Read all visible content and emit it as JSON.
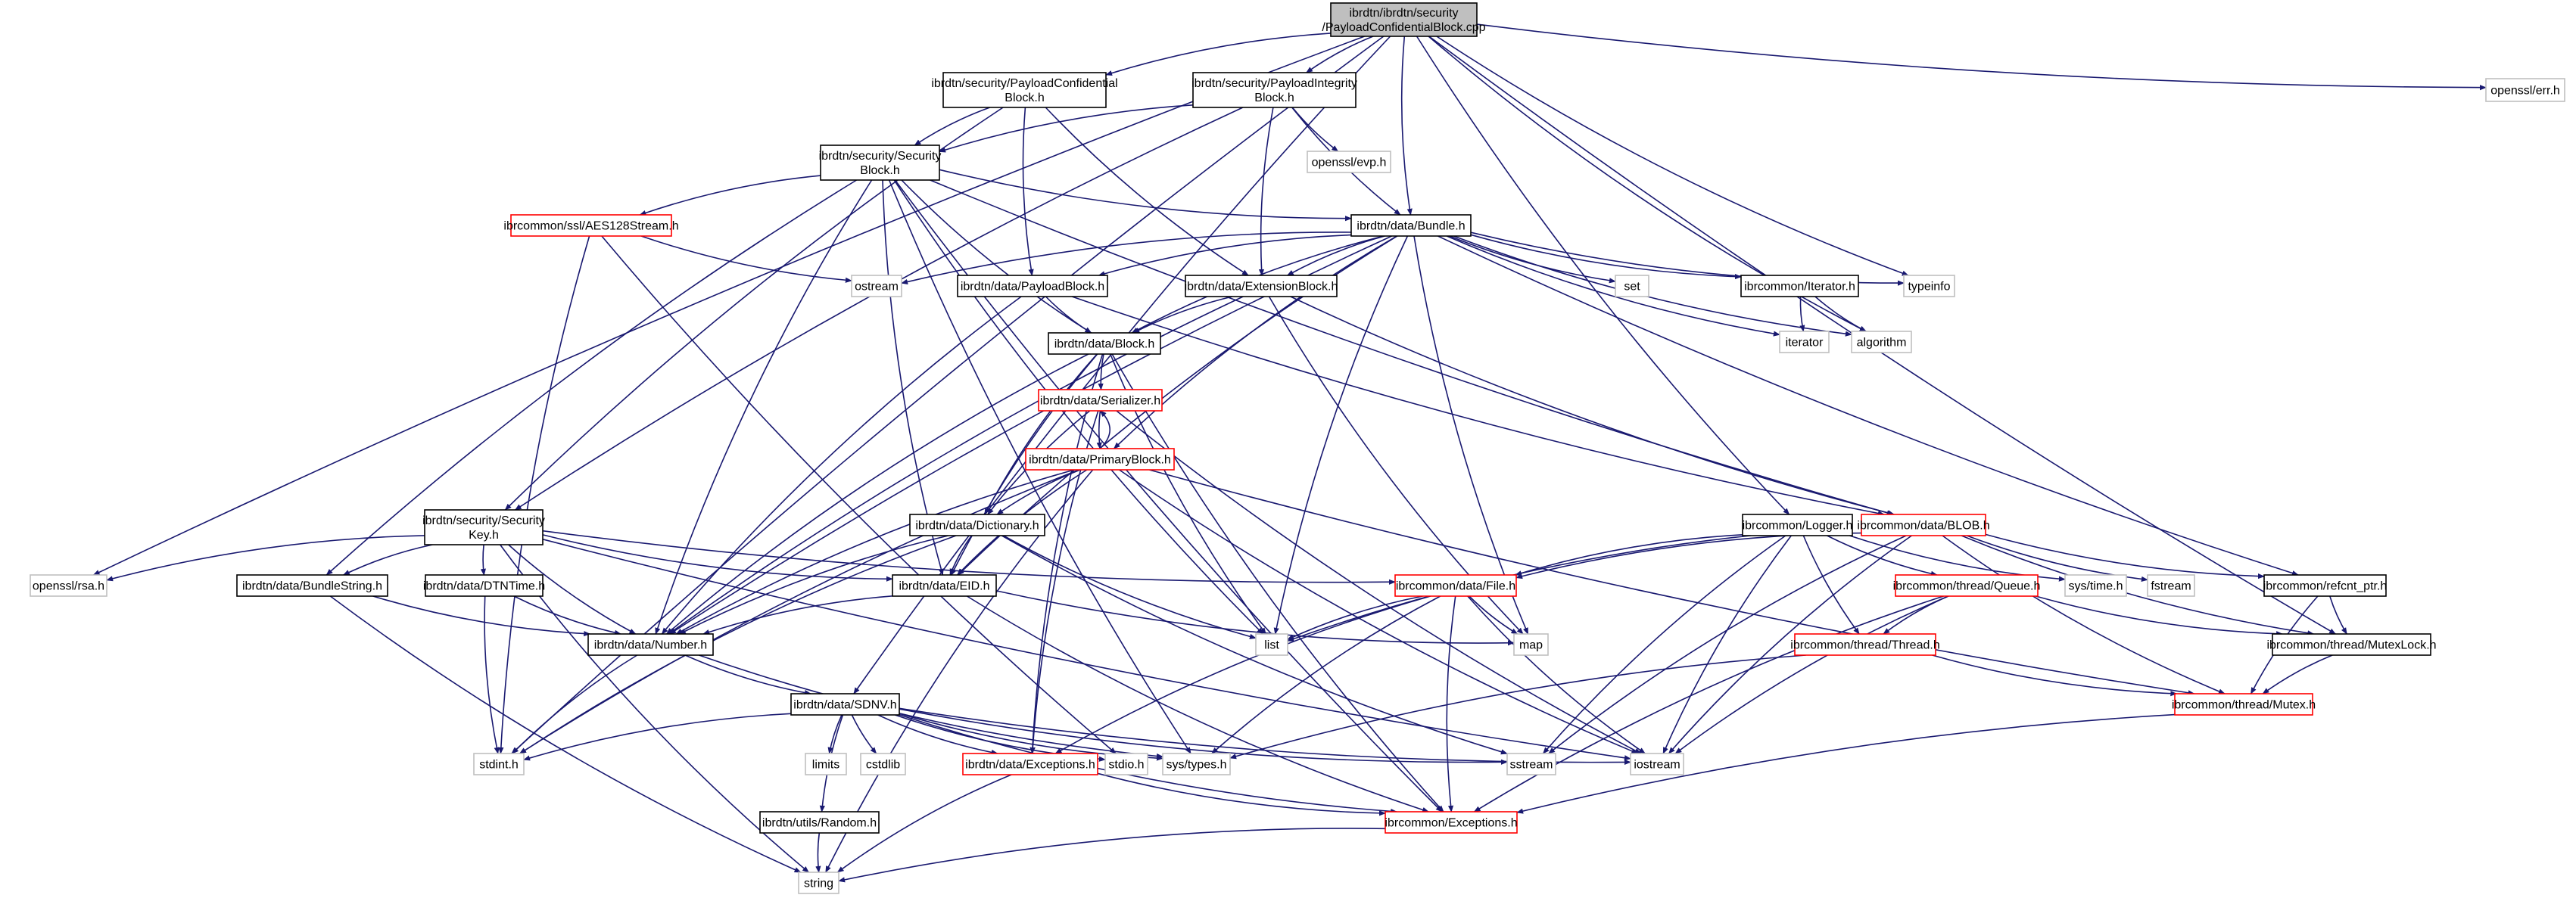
{
  "colors": {
    "edge": "#191970",
    "root_fill": "#bfbfbf",
    "node_border_normal": "#000000",
    "node_border_truncated": "#ff0000",
    "node_border_system": "#bfbfbf",
    "background": "#ffffff"
  },
  "nodes": [
    {
      "id": "root",
      "lines": [
        "ibrdtn/ibrdtn/security",
        "/PayloadConfidentialBlock.cpp"
      ],
      "kind": "root"
    },
    {
      "id": "opensslerr",
      "lines": [
        "openssl/err.h"
      ],
      "kind": "system"
    },
    {
      "id": "pcb",
      "lines": [
        "ibrdtn/security/PayloadConfidential",
        "Block.h"
      ],
      "kind": "normal"
    },
    {
      "id": "pib",
      "lines": [
        "ibrdtn/security/PayloadIntegrity",
        "Block.h"
      ],
      "kind": "normal"
    },
    {
      "id": "sb",
      "lines": [
        "ibrdtn/security/Security",
        "Block.h"
      ],
      "kind": "normal"
    },
    {
      "id": "evp",
      "lines": [
        "openssl/evp.h"
      ],
      "kind": "system"
    },
    {
      "id": "aes",
      "lines": [
        "ibrcommon/ssl/AES128Stream.h"
      ],
      "kind": "truncated"
    },
    {
      "id": "bundle",
      "lines": [
        "ibrdtn/data/Bundle.h"
      ],
      "kind": "normal"
    },
    {
      "id": "ostream",
      "lines": [
        "ostream"
      ],
      "kind": "system"
    },
    {
      "id": "payload",
      "lines": [
        "ibrdtn/data/PayloadBlock.h"
      ],
      "kind": "normal"
    },
    {
      "id": "extblock",
      "lines": [
        "ibrdtn/data/ExtensionBlock.h"
      ],
      "kind": "normal"
    },
    {
      "id": "set",
      "lines": [
        "set"
      ],
      "kind": "system"
    },
    {
      "id": "iterh",
      "lines": [
        "ibrcommon/Iterator.h"
      ],
      "kind": "normal"
    },
    {
      "id": "typeinfo",
      "lines": [
        "typeinfo"
      ],
      "kind": "system"
    },
    {
      "id": "iterator",
      "lines": [
        "iterator"
      ],
      "kind": "system"
    },
    {
      "id": "algorithm",
      "lines": [
        "algorithm"
      ],
      "kind": "system"
    },
    {
      "id": "block",
      "lines": [
        "ibrdtn/data/Block.h"
      ],
      "kind": "normal"
    },
    {
      "id": "serializer",
      "lines": [
        "ibrdtn/data/Serializer.h"
      ],
      "kind": "truncated"
    },
    {
      "id": "primary",
      "lines": [
        "ibrdtn/data/PrimaryBlock.h"
      ],
      "kind": "truncated"
    },
    {
      "id": "skey",
      "lines": [
        "ibrdtn/security/Security",
        "Key.h"
      ],
      "kind": "normal"
    },
    {
      "id": "dict",
      "lines": [
        "ibrdtn/data/Dictionary.h"
      ],
      "kind": "normal"
    },
    {
      "id": "logger",
      "lines": [
        "ibrcommon/Logger.h"
      ],
      "kind": "normal"
    },
    {
      "id": "blob",
      "lines": [
        "ibrcommon/data/BLOB.h"
      ],
      "kind": "truncated"
    },
    {
      "id": "rsa",
      "lines": [
        "openssl/rsa.h"
      ],
      "kind": "system"
    },
    {
      "id": "bstring",
      "lines": [
        "ibrdtn/data/BundleString.h"
      ],
      "kind": "normal"
    },
    {
      "id": "dtntime",
      "lines": [
        "ibrdtn/data/DTNTime.h"
      ],
      "kind": "normal"
    },
    {
      "id": "eid",
      "lines": [
        "ibrdtn/data/EID.h"
      ],
      "kind": "normal"
    },
    {
      "id": "file",
      "lines": [
        "ibrcommon/data/File.h"
      ],
      "kind": "truncated"
    },
    {
      "id": "queue",
      "lines": [
        "ibrcommon/thread/Queue.h"
      ],
      "kind": "truncated"
    },
    {
      "id": "systime",
      "lines": [
        "sys/time.h"
      ],
      "kind": "system"
    },
    {
      "id": "fstream",
      "lines": [
        "fstream"
      ],
      "kind": "system"
    },
    {
      "id": "refcnt",
      "lines": [
        "ibrcommon/refcnt_ptr.h"
      ],
      "kind": "normal"
    },
    {
      "id": "list",
      "lines": [
        "list"
      ],
      "kind": "system"
    },
    {
      "id": "map",
      "lines": [
        "map"
      ],
      "kind": "system"
    },
    {
      "id": "number",
      "lines": [
        "ibrdtn/data/Number.h"
      ],
      "kind": "normal"
    },
    {
      "id": "thread",
      "lines": [
        "ibrcommon/thread/Thread.h"
      ],
      "kind": "truncated"
    },
    {
      "id": "mutexlock",
      "lines": [
        "ibrcommon/thread/MutexLock.h"
      ],
      "kind": "normal"
    },
    {
      "id": "sdnv",
      "lines": [
        "ibrdtn/data/SDNV.h"
      ],
      "kind": "normal"
    },
    {
      "id": "mutex",
      "lines": [
        "ibrcommon/thread/Mutex.h"
      ],
      "kind": "truncated"
    },
    {
      "id": "stdint",
      "lines": [
        "stdint.h"
      ],
      "kind": "system"
    },
    {
      "id": "limits",
      "lines": [
        "limits"
      ],
      "kind": "system"
    },
    {
      "id": "cstdlib",
      "lines": [
        "cstdlib"
      ],
      "kind": "system"
    },
    {
      "id": "dexc",
      "lines": [
        "ibrdtn/data/Exceptions.h"
      ],
      "kind": "truncated"
    },
    {
      "id": "stdio",
      "lines": [
        "stdio.h"
      ],
      "kind": "system"
    },
    {
      "id": "systypes",
      "lines": [
        "sys/types.h"
      ],
      "kind": "system"
    },
    {
      "id": "sstream",
      "lines": [
        "sstream"
      ],
      "kind": "system"
    },
    {
      "id": "iostream",
      "lines": [
        "iostream"
      ],
      "kind": "system"
    },
    {
      "id": "random",
      "lines": [
        "ibrdtn/utils/Random.h"
      ],
      "kind": "normal"
    },
    {
      "id": "cexc",
      "lines": [
        "ibrcommon/Exceptions.h"
      ],
      "kind": "truncated"
    },
    {
      "id": "string",
      "lines": [
        "string"
      ],
      "kind": "system"
    }
  ],
  "edges": [
    [
      "root",
      "opensslerr"
    ],
    [
      "root",
      "pcb"
    ],
    [
      "root",
      "pib"
    ],
    [
      "root",
      "bundle"
    ],
    [
      "root",
      "logger"
    ],
    [
      "root",
      "rsa"
    ],
    [
      "root",
      "stdint"
    ],
    [
      "root",
      "sdnv"
    ],
    [
      "root",
      "typeinfo"
    ],
    [
      "root",
      "algorithm"
    ],
    [
      "root",
      "mutexlock"
    ],
    [
      "pcb",
      "sb"
    ],
    [
      "pcb",
      "payload"
    ],
    [
      "pcb",
      "extblock"
    ],
    [
      "pcb",
      "skey"
    ],
    [
      "pib",
      "sb"
    ],
    [
      "pib",
      "evp"
    ],
    [
      "pib",
      "extblock"
    ],
    [
      "pib",
      "bundle"
    ],
    [
      "pib",
      "skey"
    ],
    [
      "sb",
      "aes"
    ],
    [
      "sb",
      "bundle"
    ],
    [
      "sb",
      "block"
    ],
    [
      "sb",
      "eid"
    ],
    [
      "sb",
      "list"
    ],
    [
      "sb",
      "bstring"
    ],
    [
      "sb",
      "cexc"
    ],
    [
      "sb",
      "systypes"
    ],
    [
      "sb",
      "blob"
    ],
    [
      "sb",
      "number"
    ],
    [
      "aes",
      "ostream"
    ],
    [
      "aes",
      "stdint"
    ],
    [
      "aes",
      "stdio"
    ],
    [
      "bundle",
      "ostream"
    ],
    [
      "bundle",
      "payload"
    ],
    [
      "bundle",
      "extblock"
    ],
    [
      "bundle",
      "set"
    ],
    [
      "bundle",
      "iterh"
    ],
    [
      "bundle",
      "typeinfo"
    ],
    [
      "bundle",
      "iterator"
    ],
    [
      "bundle",
      "algorithm"
    ],
    [
      "bundle",
      "block"
    ],
    [
      "bundle",
      "primary"
    ],
    [
      "bundle",
      "eid"
    ],
    [
      "bundle",
      "number"
    ],
    [
      "bundle",
      "list"
    ],
    [
      "bundle",
      "map"
    ],
    [
      "bundle",
      "refcnt"
    ],
    [
      "payload",
      "block"
    ],
    [
      "payload",
      "blob"
    ],
    [
      "payload",
      "number"
    ],
    [
      "extblock",
      "block"
    ],
    [
      "extblock",
      "blob"
    ],
    [
      "extblock",
      "map"
    ],
    [
      "extblock",
      "number"
    ],
    [
      "iterh",
      "iterator"
    ],
    [
      "iterh",
      "algorithm"
    ],
    [
      "block",
      "serializer"
    ],
    [
      "block",
      "dict"
    ],
    [
      "block",
      "eid"
    ],
    [
      "block",
      "list"
    ],
    [
      "block",
      "number"
    ],
    [
      "block",
      "dexc"
    ],
    [
      "block",
      "cexc"
    ],
    [
      "serializer",
      "primary"
    ],
    [
      "serializer",
      "dict"
    ],
    [
      "serializer",
      "dexc"
    ],
    [
      "serializer",
      "iostream"
    ],
    [
      "primary",
      "serializer"
    ],
    [
      "primary",
      "dict"
    ],
    [
      "primary",
      "eid"
    ],
    [
      "primary",
      "number"
    ],
    [
      "primary",
      "mutex"
    ],
    [
      "primary",
      "iostream"
    ],
    [
      "primary",
      "stdint"
    ],
    [
      "primary",
      "string"
    ],
    [
      "skey",
      "rsa"
    ],
    [
      "skey",
      "bstring"
    ],
    [
      "skey",
      "dtntime"
    ],
    [
      "skey",
      "eid"
    ],
    [
      "skey",
      "number"
    ],
    [
      "skey",
      "file"
    ],
    [
      "skey",
      "iostream"
    ],
    [
      "skey",
      "string"
    ],
    [
      "dict",
      "eid"
    ],
    [
      "dict",
      "number"
    ],
    [
      "dict",
      "list"
    ],
    [
      "dict",
      "sstream"
    ],
    [
      "dict",
      "stdint"
    ],
    [
      "logger",
      "file"
    ],
    [
      "logger",
      "queue"
    ],
    [
      "logger",
      "thread"
    ],
    [
      "logger",
      "systime"
    ],
    [
      "logger",
      "list"
    ],
    [
      "logger",
      "sstream"
    ],
    [
      "logger",
      "iostream"
    ],
    [
      "blob",
      "file"
    ],
    [
      "blob",
      "fstream"
    ],
    [
      "blob",
      "refcnt"
    ],
    [
      "blob",
      "mutexlock"
    ],
    [
      "blob",
      "mutex"
    ],
    [
      "blob",
      "iostream"
    ],
    [
      "blob",
      "sstream"
    ],
    [
      "bstring",
      "number"
    ],
    [
      "bstring",
      "string"
    ],
    [
      "dtntime",
      "number"
    ],
    [
      "dtntime",
      "stdint"
    ],
    [
      "eid",
      "number"
    ],
    [
      "eid",
      "map"
    ],
    [
      "eid",
      "cexc"
    ],
    [
      "file",
      "list"
    ],
    [
      "file",
      "map"
    ],
    [
      "file",
      "systypes"
    ],
    [
      "file",
      "dexc"
    ],
    [
      "file",
      "iostream"
    ],
    [
      "file",
      "cexc"
    ],
    [
      "queue",
      "thread"
    ],
    [
      "queue",
      "mutexlock"
    ],
    [
      "queue",
      "iostream"
    ],
    [
      "queue",
      "cexc"
    ],
    [
      "refcnt",
      "mutexlock"
    ],
    [
      "refcnt",
      "mutex"
    ],
    [
      "number",
      "sdnv"
    ],
    [
      "number",
      "stdint"
    ],
    [
      "number",
      "systypes"
    ],
    [
      "thread",
      "mutex"
    ],
    [
      "thread",
      "systypes"
    ],
    [
      "mutexlock",
      "mutex"
    ],
    [
      "mutex",
      "cexc"
    ],
    [
      "sdnv",
      "stdint"
    ],
    [
      "sdnv",
      "limits"
    ],
    [
      "sdnv",
      "cstdlib"
    ],
    [
      "sdnv",
      "random"
    ],
    [
      "sdnv",
      "dexc"
    ],
    [
      "sdnv",
      "stdio"
    ],
    [
      "sdnv",
      "systypes"
    ],
    [
      "sdnv",
      "sstream"
    ],
    [
      "sdnv",
      "iostream"
    ],
    [
      "sdnv",
      "cexc"
    ],
    [
      "dexc",
      "cexc"
    ],
    [
      "dexc",
      "string"
    ],
    [
      "random",
      "string"
    ],
    [
      "cexc",
      "string"
    ]
  ]
}
